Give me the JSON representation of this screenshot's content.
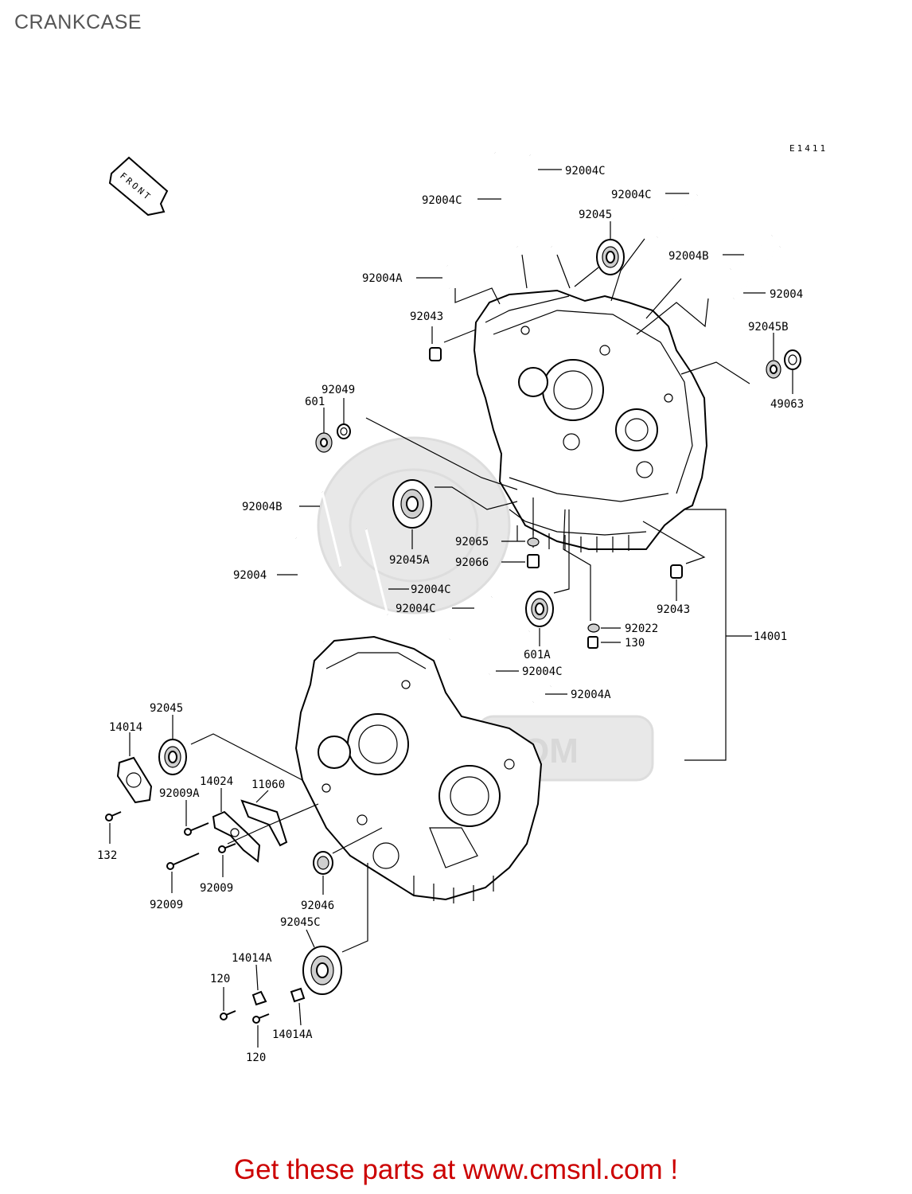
{
  "header": {
    "title": "CRANKCASE"
  },
  "diagram": {
    "id_code": "E1411",
    "front_marker": "FRONT",
    "watermark": ".COM",
    "callouts": [
      "92004C",
      "92004C",
      "92004C",
      "92045",
      "92004B",
      "92004A",
      "92004",
      "92043",
      "92045B",
      "49063",
      "92049",
      "601",
      "92004B",
      "92065",
      "92045A",
      "92066",
      "92004",
      "92004C",
      "92004C",
      "92043",
      "92022",
      "130",
      "601A",
      "14001",
      "92004C",
      "92004A",
      "92045",
      "14014",
      "14024",
      "11060",
      "92009A",
      "132",
      "92009",
      "92009",
      "92046",
      "92045C",
      "14014A",
      "120",
      "14014A",
      "120"
    ]
  },
  "footer": {
    "cta": "Get these parts at www.cmsnl.com !"
  }
}
